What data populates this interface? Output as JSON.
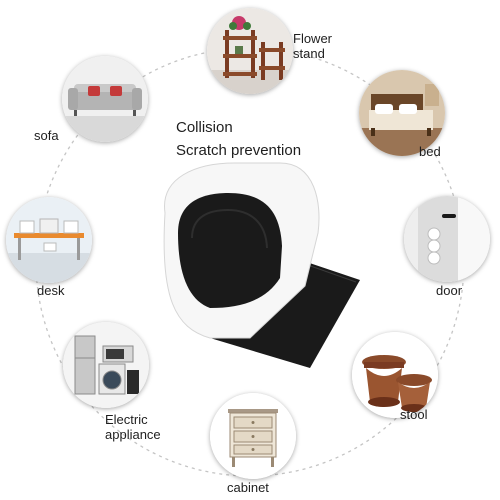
{
  "tagline": {
    "line1": "Collision",
    "line2": "Scratch prevention"
  },
  "uses": [
    {
      "id": "flower-stand",
      "label_lines": [
        "Flower",
        "stand"
      ],
      "icon": "flower-stand-icon"
    },
    {
      "id": "bed",
      "label_lines": [
        "bed"
      ],
      "icon": "bed-icon"
    },
    {
      "id": "door",
      "label_lines": [
        "door"
      ],
      "icon": "door-icon"
    },
    {
      "id": "stool",
      "label_lines": [
        "stool"
      ],
      "icon": "stool-icon"
    },
    {
      "id": "cabinet",
      "label_lines": [
        "cabinet"
      ],
      "icon": "cabinet-icon"
    },
    {
      "id": "electric-appliance",
      "label_lines": [
        "Electric",
        "appliance"
      ],
      "icon": "appliance-icon"
    },
    {
      "id": "desk",
      "label_lines": [
        "desk"
      ],
      "icon": "desk-icon"
    },
    {
      "id": "sofa",
      "label_lines": [
        "sofa"
      ],
      "icon": "sofa-icon"
    }
  ],
  "colors": {
    "felt": "#1a1a1a",
    "backing": "#f7f7f7",
    "ring": "#c4c4c4",
    "wood": "#8a4a2a"
  }
}
